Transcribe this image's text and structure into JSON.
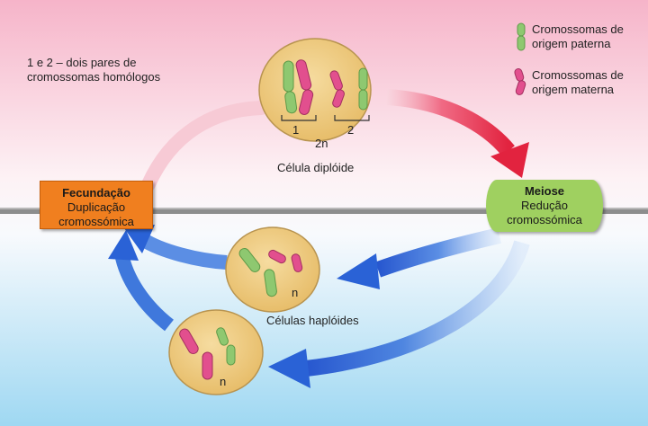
{
  "note": "1 e 2 – dois pares de cromossomas homólogos",
  "legend": {
    "paternal": "Cromossomas de origem paterna",
    "maternal": "Cromossomas de origem materna"
  },
  "colors": {
    "paternal": "#8ec870",
    "maternal": "#e24f8e",
    "cell": "#edc878",
    "fecundacao_box": "#f07f1f",
    "meiose_box": "#9fd060",
    "arrow_red": "#e23a50",
    "arrow_blue": "#2a62d6"
  },
  "stages": {
    "fecundacao_title": "Fecundação",
    "fecundacao_line1": "Duplicação",
    "fecundacao_line2": "cromossómica",
    "meiose_title": "Meiose",
    "meiose_line1": "Redução",
    "meiose_line2": "cromossómica"
  },
  "diploid": {
    "label": "Célula diplóide",
    "pair1": "1",
    "pair2": "2",
    "ploidy": "2n"
  },
  "haploid": {
    "label": "Células haplóides",
    "ploidy_top": "n",
    "ploidy_bottom": "n"
  }
}
